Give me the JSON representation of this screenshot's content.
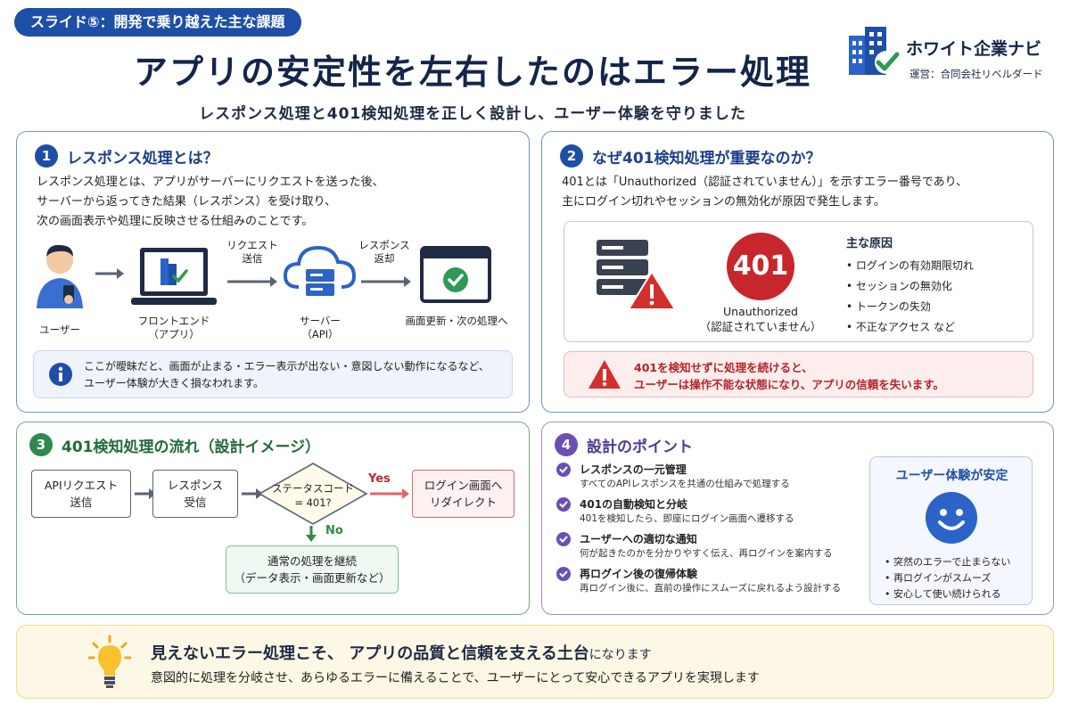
{
  "header": {
    "slide_tag": "スライド⑤：開発で乗り越えた主な課題",
    "title": "アプリの安定性を左右したのはエラー処理",
    "subtitle": "レスポンス処理と401検知処理を正しく設計し、ユーザー体験を守りました"
  },
  "brand": {
    "name": "ホワイト企業ナビ",
    "operator": "運営：合同会社リベルダード"
  },
  "section1": {
    "number": "1",
    "title": "レスポンス処理とは？",
    "lines": [
      "レスポンス処理とは、アプリがサーバーにリクエストを送った後、",
      "サーバーから返ってきた結果（レスポンス）を受け取り、",
      "次の画面表示や処理に反映させる仕組みのことです。"
    ],
    "diagram": {
      "user": "ユーザー",
      "frontend": [
        "フロントエンド",
        "（アプリ）"
      ],
      "request": [
        "リクエスト",
        "送信"
      ],
      "server": [
        "サーバー",
        "（API）"
      ],
      "response": [
        "レスポンス",
        "返却"
      ],
      "next": "画面更新・次の処理へ"
    },
    "note": [
      "ここが曖昧だと、画面が止まる・エラー表示が出ない・意図しない動作になるなど、",
      "ユーザー体験が大きく損なわれます。"
    ]
  },
  "section2": {
    "number": "2",
    "title": "なぜ401検知処理が重要なのか？",
    "lines": [
      "401とは「Unauthorized（認証されていません）」を示すエラー番号であり、",
      "主にログイン切れやセッションの無効化が原因で発生します。"
    ],
    "badge": "401",
    "badge_caption": [
      "Unauthorized",
      "（認証されていません）"
    ],
    "causes_title": "主な原因",
    "causes": [
      "• ログインの有効期限切れ",
      "• セッションの無効化",
      "• トークンの失効",
      "• 不正なアクセス など"
    ],
    "warning": [
      "401を検知せずに処理を続けると、",
      "ユーザーは操作不能な状態になり、アプリの信頼を失います。"
    ]
  },
  "section3": {
    "number": "3",
    "title": "401検知処理の流れ（設計イメージ）",
    "step1": [
      "APIリクエスト",
      "送信"
    ],
    "step2": [
      "レスポンス",
      "受信"
    ],
    "decision": [
      "ステータスコード",
      "= 401?"
    ],
    "yes": "Yes",
    "no": "No",
    "yes_target": [
      "ログイン画面へ",
      "リダイレクト"
    ],
    "no_target": [
      "通常の処理を継続",
      "（データ表示・画面更新など）"
    ]
  },
  "section4": {
    "number": "4",
    "title": "設計のポイント",
    "points": [
      {
        "title": "レスポンスの一元管理",
        "desc": "すべてのAPIレスポンスを共通の仕組みで処理する"
      },
      {
        "title": "401の自動検知と分岐",
        "desc": "401を検知したら、即座にログイン画面へ遷移する"
      },
      {
        "title": "ユーザーへの適切な通知",
        "desc": "何が起きたのかを分かりやすく伝え、再ログインを案内する"
      },
      {
        "title": "再ログイン後の復帰体験",
        "desc": "再ログイン後に、直前の操作にスムーズに戻れるよう設計する"
      }
    ],
    "ux_title": "ユーザー体験が安定",
    "ux_items": [
      "• 突然のエラーで止まらない",
      "• 再ログインがスムーズ",
      "• 安心して使い続けられる"
    ]
  },
  "footer": {
    "key_main": "見えないエラー処理こそ、 アプリの品質と信頼を支える土台",
    "key_tail": "になります",
    "sub": "意図的に処理を分岐させ、あらゆるエラーに備えることで、ユーザーにとって安心できるアプリを実現します"
  },
  "colors": {
    "primary": "#1e4fa6",
    "green": "#2f8a4b",
    "purple": "#6a4fb5",
    "danger": "#d32f2f",
    "footer_bg": "#fdf7e5"
  },
  "icons": [
    "user-icon",
    "laptop-icon",
    "cloud-server-icon",
    "browser-check-icon",
    "info-icon",
    "server-warning-icon",
    "warning-icon",
    "check-circle-icon",
    "smiley-icon",
    "lightbulb-icon"
  ]
}
